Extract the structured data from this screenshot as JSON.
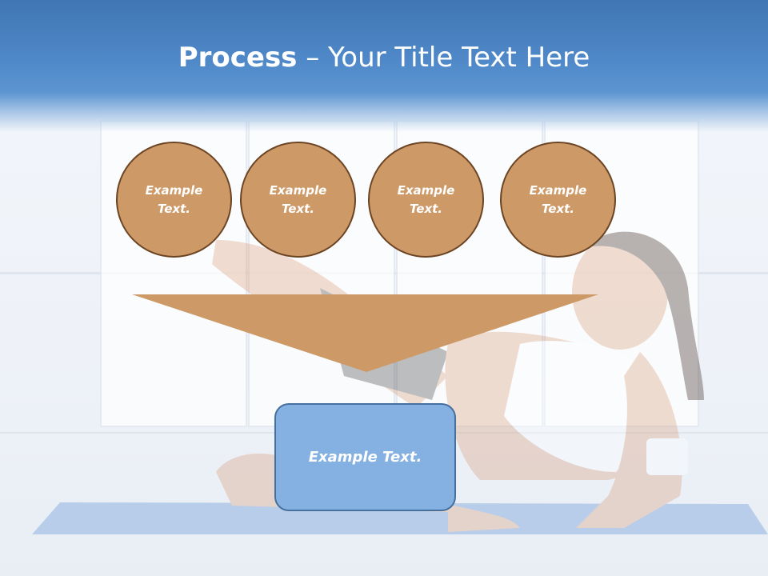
{
  "slide": {
    "title_bold": "Process",
    "title_rest": " – Your Title Text Here"
  },
  "steps": [
    {
      "line1": "Example",
      "line2": "Text."
    },
    {
      "line1": "Example",
      "line2": "Text."
    },
    {
      "line1": "Example",
      "line2": "Text."
    },
    {
      "line1": "Example",
      "line2": "Text."
    }
  ],
  "result": {
    "label": "Example Text."
  },
  "colors": {
    "header_blue": "#4f88c8",
    "circle_fill": "#cd9966",
    "circle_border": "#6b4424",
    "funnel_fill": "#cd9966",
    "box_fill": "#84b1e2",
    "box_border": "#456f9e"
  }
}
